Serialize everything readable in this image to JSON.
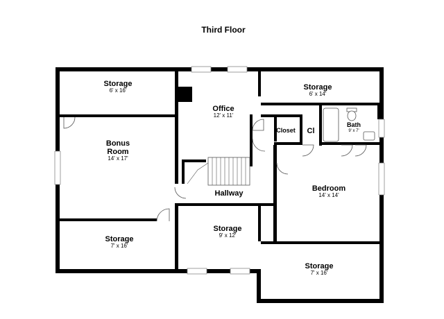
{
  "title": "Third Floor",
  "rooms": {
    "storage_top_left": {
      "name": "Storage",
      "dim": "6' x 16'"
    },
    "office": {
      "name": "Office",
      "dim": "12' x 11'"
    },
    "storage_top_right": {
      "name": "Storage",
      "dim": "6' x 14'"
    },
    "bonus_room": {
      "name_line1": "Bonus",
      "name_line2": "Room",
      "dim": "14' x 17'"
    },
    "closet": {
      "name": "Closet"
    },
    "cl": {
      "name": "Cl"
    },
    "bath": {
      "name": "Bath",
      "dim": "9' x 7'"
    },
    "hallway": {
      "name": "Hallway"
    },
    "bedroom": {
      "name": "Bedroom",
      "dim": "14' x 14'"
    },
    "storage_bottom_left": {
      "name": "Storage",
      "dim": "7' x 16'"
    },
    "storage_bottom_middle": {
      "name": "Storage",
      "dim": "9' x 12'"
    },
    "storage_bottom_right": {
      "name": "Storage",
      "dim": "7' x 16'"
    }
  }
}
